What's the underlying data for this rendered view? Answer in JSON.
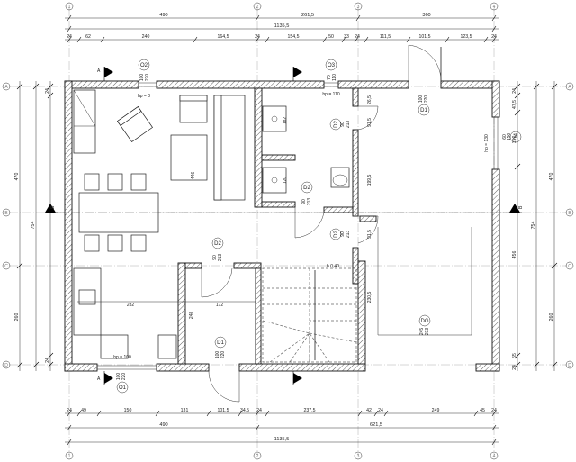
{
  "dimensions": {
    "top_row1": [
      "490",
      "261,5",
      "360"
    ],
    "top_total": "1135,5",
    "top_row3": [
      "24",
      "62",
      "240",
      "164,5",
      "24",
      "154,5",
      "50",
      "33",
      "24",
      "111,5",
      "101,5",
      "123,5",
      "24"
    ],
    "bottom_row1": [
      "24",
      "49",
      "150",
      "131",
      "101,5",
      "34,5",
      "24",
      "237,5",
      "42",
      "24",
      "249",
      "45",
      "24"
    ],
    "bottom_row2": [
      "490",
      "621,5"
    ],
    "bottom_total": "1135,5",
    "left_outer": [
      "470",
      "260"
    ],
    "left_total": "754",
    "left_inner": [
      "24",
      "24"
    ],
    "right_outer": [
      "470",
      "260"
    ],
    "right_total": "754",
    "right_inner": [
      "24",
      "24",
      "456",
      "55"
    ],
    "right_upper": [
      "47,5",
      "150"
    ],
    "interior": [
      "446",
      "120",
      "182",
      "91,5",
      "199,5",
      "91,5",
      "230,5",
      "282",
      "172",
      "248",
      "26,5"
    ]
  },
  "door_tags": {
    "o2_top": "O2",
    "o3_top": "O3",
    "d1_top": "D1",
    "o4_right": "O4",
    "d2_wc": "D2",
    "d2_bath": "D2",
    "d2_stair": "D2",
    "d2_hall": "D2",
    "d1_bottom": "D1",
    "dg_garage": "DG",
    "o1_bottom": "O1"
  },
  "opening_sizes": {
    "o2_top": [
      "100",
      "220"
    ],
    "o3_top": [
      "70",
      "110"
    ],
    "d1_top": [
      "100",
      "220"
    ],
    "o4_right": [
      "60",
      "150"
    ],
    "d2_wc": [
      "90",
      "213"
    ],
    "d2_bath": [
      "90",
      "213"
    ],
    "d2_stair": [
      "90",
      "213"
    ],
    "d2_hall": [
      "90",
      "213"
    ],
    "d1_bottom": [
      "100",
      "220"
    ],
    "dg_garage": [
      "245",
      "213"
    ],
    "o1_bottom": [
      "100",
      "220"
    ]
  },
  "sill_heights": [
    "hp = 0",
    "hp = 110",
    "hp = 130",
    "hp = 100"
  ],
  "section_marks": [
    "A",
    "A",
    "B",
    "B"
  ],
  "axis_letters_left": [
    "A",
    "B",
    "C",
    "D"
  ],
  "axis_letters_right": [
    "A",
    "B",
    "C",
    "D"
  ],
  "axis_numbers_top": [
    "1",
    "2",
    "3",
    "4"
  ],
  "axis_numbers_bottom": [
    "1",
    "2",
    "3",
    "4"
  ],
  "stair_note": "b 0,40"
}
